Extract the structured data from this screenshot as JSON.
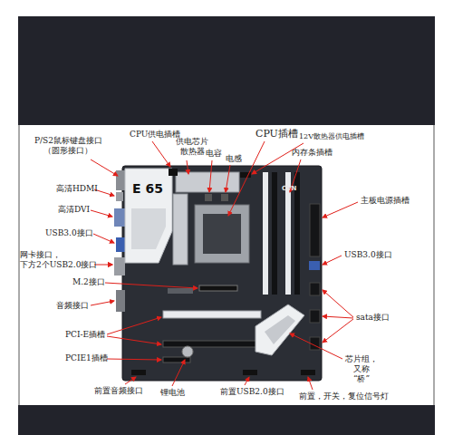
{
  "diagram": {
    "labels": [
      "P/S2鼠标键盘接口 （圆形接口）",
      "CPU供电插槽",
      "供电芯片 散热器",
      "电容",
      "电感",
      "CPU插槽",
      "12V散热器供电插槽",
      "内存条插槽",
      "高清HDMI",
      "主板电源插槽",
      "高清DVI",
      "USB3.0接口",
      "网卡接口， 下方2个USB2.0接口",
      "USB3.0接口",
      "M.2接口",
      "音频接口",
      "sata接口",
      "PCI-E插槽",
      "芯片组，又称 “桥”",
      "PCIE1插槽",
      "前置音频接口",
      "锂电池",
      "前置USB2.0接口",
      "前置，开关，复位信号灯",
      "E 65",
      "CVN"
    ]
  }
}
